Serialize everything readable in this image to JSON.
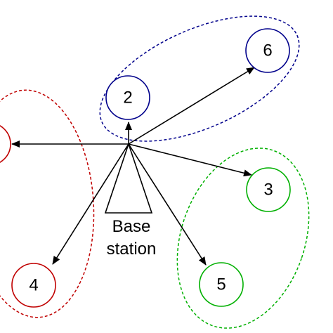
{
  "base_station": {
    "label_line1": "Base",
    "label_line2": "station"
  },
  "nodes": [
    {
      "id": "node-1",
      "label": "",
      "color": "#c00000"
    },
    {
      "id": "node-2",
      "label": "2",
      "color": "#00008b"
    },
    {
      "id": "node-3",
      "label": "3",
      "color": "#00b000"
    },
    {
      "id": "node-4",
      "label": "4",
      "color": "#c00000"
    },
    {
      "id": "node-5",
      "label": "5",
      "color": "#00b000"
    },
    {
      "id": "node-6",
      "label": "6",
      "color": "#00008b"
    }
  ],
  "clusters": [
    {
      "id": "cluster-blue",
      "color": "#00008b",
      "members": [
        "2",
        "6"
      ]
    },
    {
      "id": "cluster-red",
      "color": "#c00000",
      "members": [
        "4"
      ]
    },
    {
      "id": "cluster-green",
      "color": "#00b000",
      "members": [
        "3",
        "5"
      ]
    }
  ],
  "colors": {
    "arrow": "#000000",
    "background": "#ffffff"
  }
}
